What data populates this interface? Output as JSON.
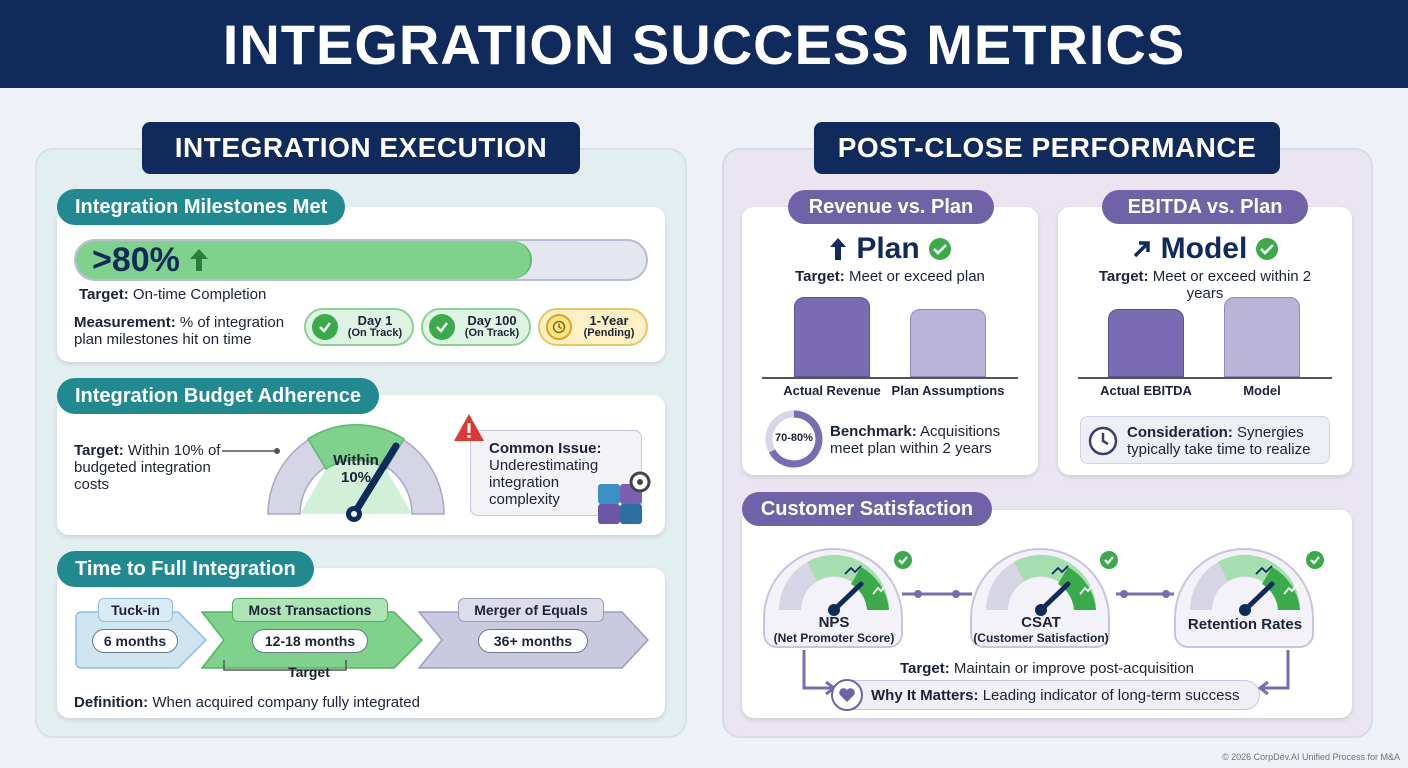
{
  "header": {
    "title": "INTEGRATION SUCCESS METRICS"
  },
  "left": {
    "title": "INTEGRATION EXECUTION",
    "milestones": {
      "tag": "Integration Milestones Met",
      "value": ">80%",
      "progress_pct": 80,
      "target_label": "Target:",
      "target_text": "On-time Completion",
      "measurement_label": "Measurement:",
      "measurement_text": "% of integration plan milestones hit on time",
      "pills": [
        {
          "title": "Day 1",
          "status": "(On Track)"
        },
        {
          "title": "Day 100",
          "status": "(On Track)"
        },
        {
          "title": "1-Year",
          "status": "(Pending)"
        }
      ]
    },
    "budget": {
      "tag": "Integration Budget Adherence",
      "target_label": "Target:",
      "target_text": "Within 10% of budgeted integration costs",
      "gauge_label": "Within 10%",
      "issue_label": "Common Issue:",
      "issue_text": "Underestimating integration complexity"
    },
    "time": {
      "tag": "Time to Full Integration",
      "stages": [
        {
          "name": "Tuck-in",
          "value": "6 months"
        },
        {
          "name": "Most Transactions",
          "value": "12-18 months"
        },
        {
          "name": "Merger of Equals",
          "value": "36+ months"
        }
      ],
      "target_label": "Target",
      "definition_label": "Definition:",
      "definition_text": "When acquired company fully integrated"
    }
  },
  "right": {
    "title": "POST-CLOSE PERFORMANCE",
    "revenue": {
      "tag": "Revenue vs. Plan",
      "headline": "Plan",
      "target_label": "Target:",
      "target_text": "Meet or exceed plan",
      "chart_data": {
        "type": "bar",
        "categories": [
          "Actual Revenue",
          "Plan Assumptions"
        ],
        "values": [
          100,
          85
        ]
      },
      "benchmark_ring": "70-80%",
      "benchmark_label": "Benchmark:",
      "benchmark_text": "Acquisitions meet plan within 2 years"
    },
    "ebitda": {
      "tag": "EBITDA vs. Plan",
      "headline": "Model",
      "target_label": "Target:",
      "target_text": "Meet or exceed within 2 years",
      "chart_data": {
        "type": "bar",
        "categories": [
          "Actual EBITDA",
          "Model"
        ],
        "values": [
          85,
          100
        ]
      },
      "consideration_label": "Consideration:",
      "consideration_text": "Synergies typically take time to realize"
    },
    "customer": {
      "tag": "Customer Satisfaction",
      "gauges": [
        {
          "name": "NPS",
          "sub": "(Net Promoter Score)"
        },
        {
          "name": "CSAT",
          "sub": "(Customer Satisfaction)"
        },
        {
          "name": "Retention Rates",
          "sub": ""
        }
      ],
      "target_label": "Target:",
      "target_text": "Maintain or improve post-acquisition",
      "why_label": "Why It Matters:",
      "why_text": "Leading indicator of long-term success"
    }
  },
  "footer": {
    "copyright": "© 2026 CorpDev.AI Unified Process for M&A"
  },
  "colors": {
    "navy": "#102a5c",
    "teal": "#218a90",
    "purple": "#6f62a6",
    "green": "#3aaa4b",
    "amber": "#e2a721"
  }
}
